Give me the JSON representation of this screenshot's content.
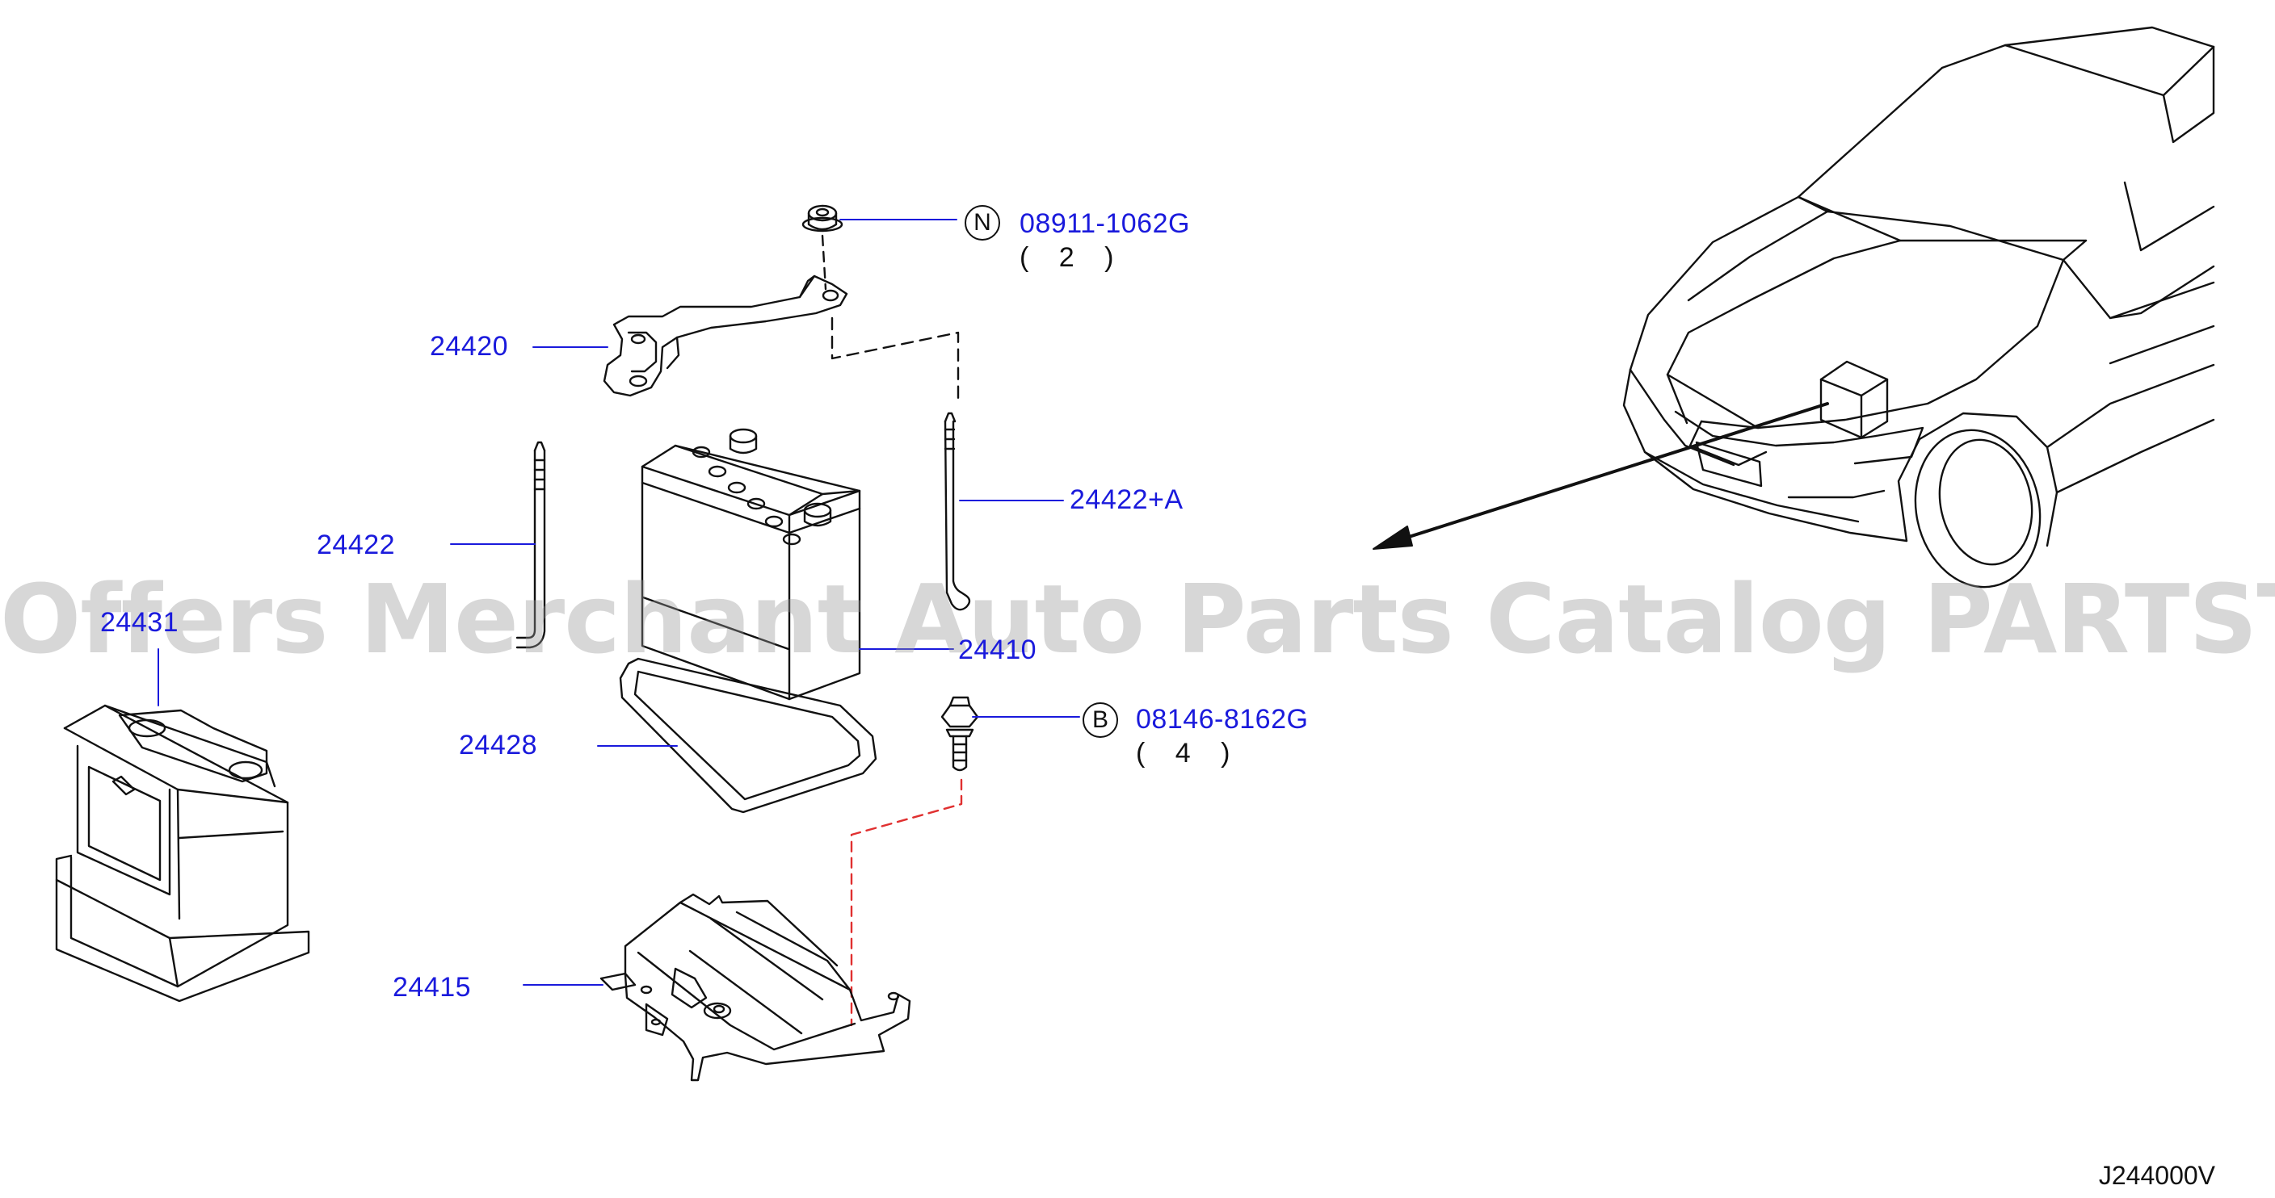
{
  "watermark": "Offers Merchant Auto Parts Catalog PARTSTORE.SA",
  "diagram_code": "J244000V",
  "colors": {
    "label": "#1a1adc",
    "line": "#111111",
    "leader": "#1a1adc",
    "red_dash": "#e03030",
    "watermark": "#969696"
  },
  "parts": {
    "p24420": "24420",
    "p24422": "24422",
    "p24422a": "24422+A",
    "p24431": "24431",
    "p24410": "24410",
    "p24428": "24428",
    "p24415": "24415"
  },
  "fasteners": {
    "nut": {
      "badge": "N",
      "part": "08911-1062G",
      "qty": "( 2 )"
    },
    "bolt": {
      "badge": "B",
      "part": "08146-8162G",
      "qty": "( 4 )"
    }
  }
}
